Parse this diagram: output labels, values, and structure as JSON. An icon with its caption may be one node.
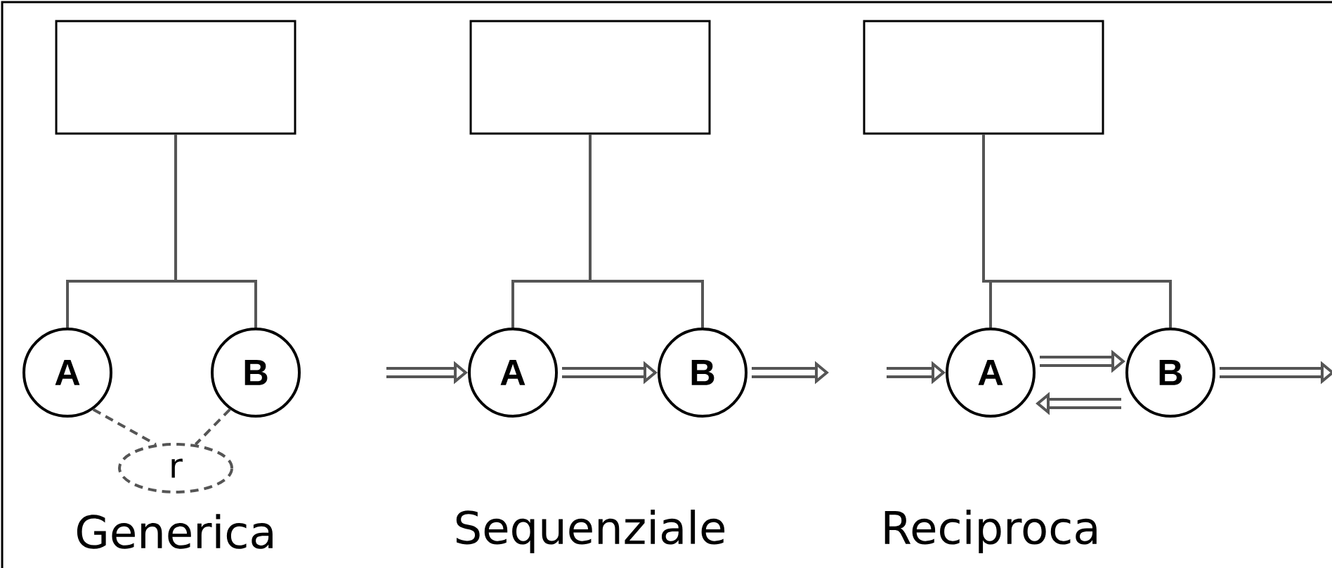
{
  "diagram": {
    "nodes": [
      {
        "text": [],
        "shape": "box"
      },
      {
        "text": [
          "A"
        ]
      },
      {
        "text": [
          "B"
        ]
      },
      {
        "text": [
          "r"
        ]
      },
      {
        "text": [],
        "shape": "box"
      },
      {
        "text": [
          "A"
        ]
      },
      {
        "text": [
          "B"
        ]
      },
      {
        "text": [],
        "shape": "box"
      },
      {
        "text": [
          "A"
        ]
      },
      {
        "text": [
          "B"
        ]
      }
    ],
    "edges": [
      {
        "from": 0,
        "to": 1,
        "arrow": "none"
      },
      {
        "from": 0,
        "to": 2,
        "arrow": "none"
      },
      {
        "from": 1,
        "to": 3,
        "arrow": "none",
        "style": "dashed"
      },
      {
        "from": 2,
        "to": 3,
        "arrow": "none",
        "style": "dashed"
      },
      {
        "from": 4,
        "to": 5,
        "arrow": "none"
      },
      {
        "from": 4,
        "to": 6,
        "arrow": "none"
      },
      {
        "from": null,
        "to": 5,
        "arrow": "to",
        "style": "thick"
      },
      {
        "from": 5,
        "to": 6,
        "arrow": "to",
        "style": "thick"
      },
      {
        "from": 6,
        "to": null,
        "arrow": "to",
        "style": "thick"
      },
      {
        "from": 7,
        "to": 8,
        "arrow": "none"
      },
      {
        "from": 7,
        "to": 9,
        "arrow": "none"
      },
      {
        "from": null,
        "to": 8,
        "arrow": "to",
        "style": "thick"
      },
      {
        "from": 8,
        "to": 9,
        "arrow": "to",
        "style": "thick"
      },
      {
        "from": 9,
        "to": 8,
        "arrow": "to",
        "style": "thick"
      },
      {
        "from": 9,
        "to": null,
        "arrow": "to",
        "style": "thick"
      }
    ],
    "labels": [
      "Generica",
      "Sequenziale",
      "Reciproca"
    ]
  }
}
